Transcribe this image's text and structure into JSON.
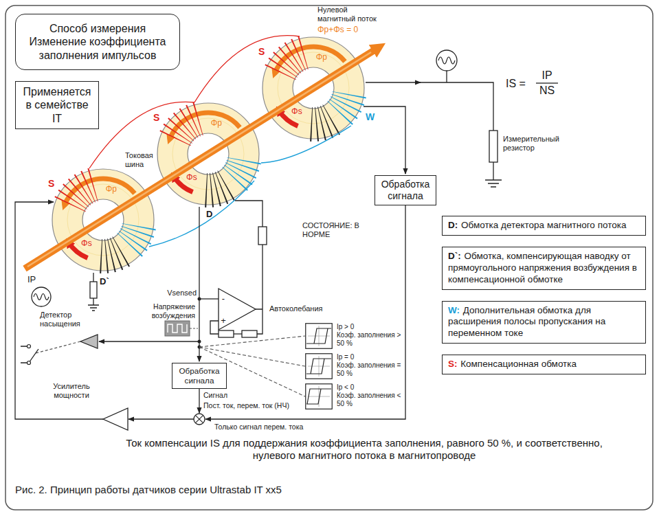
{
  "diagram": {
    "caption": "Рис. 2. Принцип работы датчиков серии Ultrastab IT xx5",
    "nodes": [
      {
        "text": [
          "Способ измерения",
          "Изменение коэффициента заполнения импульсов"
        ]
      },
      {
        "text": [
          "Применяется в семействе IT"
        ]
      },
      {
        "text": [
          "Обработка сигнала"
        ]
      },
      {
        "text": [
          "Обработка сигнала"
        ]
      },
      {
        "text": [
          "Ip > 0",
          "Коэф. заполнения > 50 %"
        ]
      },
      {
        "text": [
          "Ip = 0",
          "Коэф. заполнения = 50 %"
        ]
      },
      {
        "text": [
          "Ip < 0",
          "Коэф. заполнения < 50 %"
        ]
      },
      {
        "text": [
          "D:",
          "Обмотка детектора магнитного потока"
        ]
      },
      {
        "text": [
          "D`:",
          "Обмотка, компенсирующая наводку от прямоугольного напряжения возбуждения в компенсационной обмотке"
        ]
      },
      {
        "text": [
          "W:",
          "Дополнительная обмотка для расширения полосы пропускания на переменном токе"
        ]
      },
      {
        "text": [
          "S:",
          "Компенсационная обмотка"
        ]
      }
    ],
    "labels": [
      "Нулевой магнитный поток",
      "Φp+Φs = 0",
      "S",
      "Φp",
      "Φs",
      "IS =",
      "IP",
      "NS",
      "Измерительный резистор",
      "W",
      "S",
      "Φp",
      "Φs",
      "Токовая шина",
      "S",
      "Φp",
      "Φs",
      "D",
      "D`",
      "IP",
      "СОСТОЯНИЕ: В НОРМЕ",
      "Vsensed",
      "-",
      "+",
      "Автоколебания",
      "Напряжение возбуждения",
      "Детектор насыщения",
      "Сигнал",
      "Пост. ток, перем. ток (НЧ)",
      "Усилитель мощности",
      "Только сигнал перем. тока",
      "Ток компенсации IS для поддержания коэффициента заполнения, равного 50 %, и соответственно, нулевого магнитного потока в магнитопроводе"
    ]
  }
}
